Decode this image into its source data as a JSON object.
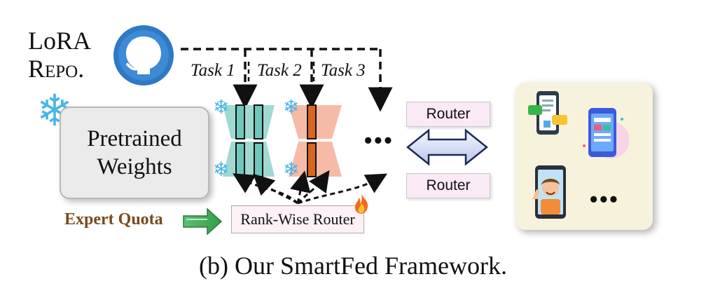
{
  "repo": {
    "line1": "LoRA",
    "line2": "Repo."
  },
  "pretrained": {
    "line1": "Pretrained",
    "line2": "Weights"
  },
  "tasks": [
    "Task 1",
    "Task 2",
    "Task 3"
  ],
  "routers": {
    "top": "Router",
    "bottom": "Router"
  },
  "rank_router": "Rank-Wise Router",
  "expert_quota": "Expert Quota",
  "ellipsis": "•••",
  "caption": "(b) Our SmartFed Framework.",
  "icons": [
    "github-icon",
    "snowflake-icon",
    "fire-icon",
    "smartphone-chat-icon",
    "tablet-app-icon",
    "video-call-phone-icon",
    "double-arrow-icon",
    "green-arrow-icon"
  ],
  "colors": {
    "teal": "#7ccfc4",
    "salmon": "#f4b09a",
    "orange_bar": "#d9661f",
    "router_fill": "#fbe9f5",
    "panel": "#f7f2dc",
    "quota_text": "#7a4a1e"
  }
}
